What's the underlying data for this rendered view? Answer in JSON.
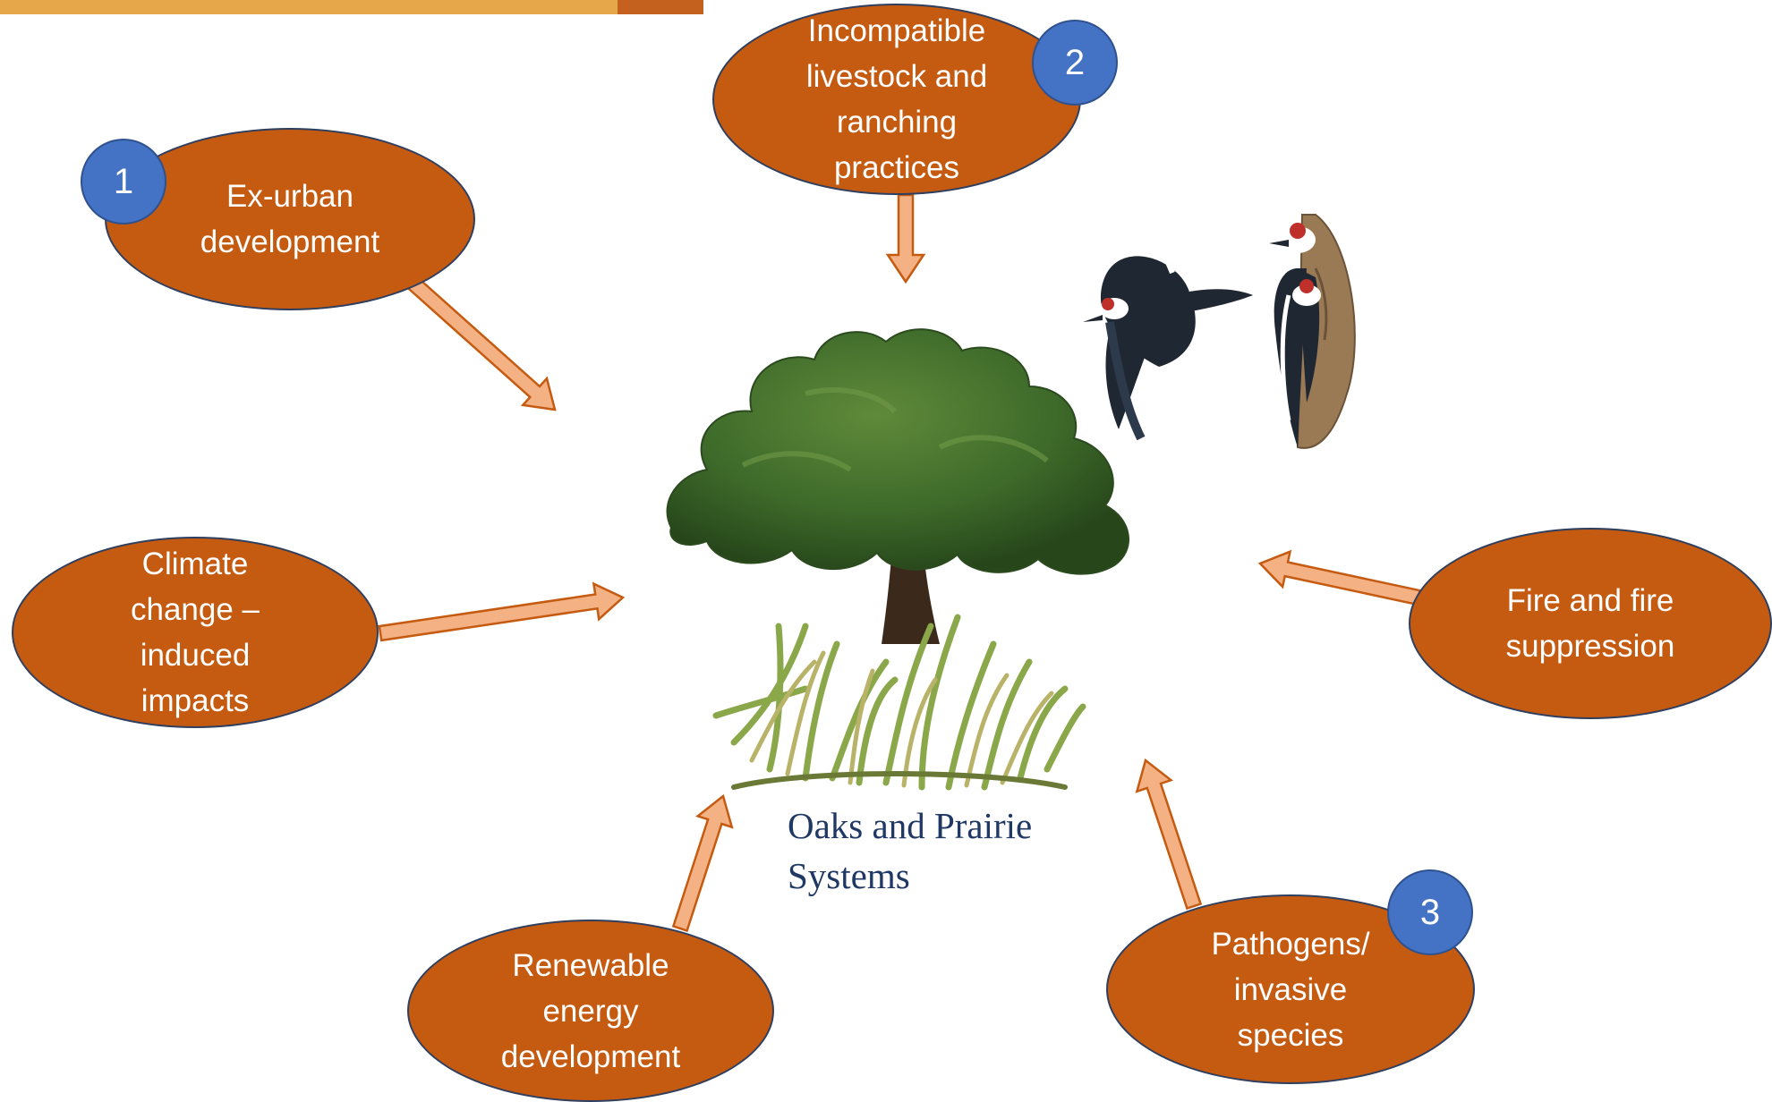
{
  "nodes": {
    "ex_urban": {
      "label": "Ex-urban\ndevelopment"
    },
    "livestock": {
      "label": "Incompatible\nlivestock and\nranching\npractices"
    },
    "climate": {
      "label": "Climate\nchange –\ninduced\nimpacts"
    },
    "fire": {
      "label": "Fire and fire\nsuppression"
    },
    "renewable": {
      "label": "Renewable\nenergy\ndevelopment"
    },
    "pathogens": {
      "label": "Pathogens/\ninvasive\nspecies"
    }
  },
  "badges": {
    "one": "1",
    "two": "2",
    "three": "3"
  },
  "center": {
    "caption": "Oaks and Prairie\nSystems"
  },
  "illustrations": {
    "tree": "oak-tree",
    "grass": "prairie-grass",
    "birds": "acorn-woodpeckers"
  },
  "colors": {
    "oval_fill": "#c55a11",
    "oval_border": "#2f3f5f",
    "arrow_fill": "#f4b183",
    "arrow_stroke": "#c55a11",
    "badge_fill": "#4472c4",
    "caption_text": "#1f3864",
    "accent_bar": "#e6a74b",
    "accent_bar_tip": "#c4611f"
  }
}
